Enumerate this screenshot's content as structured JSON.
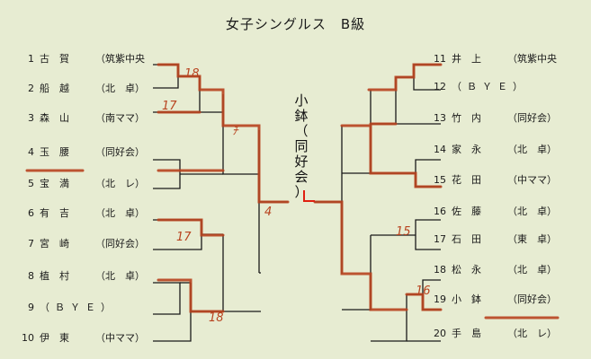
{
  "title": "女子シングルス　B級",
  "left_entries": [
    {
      "num": "1",
      "name": "古　賀",
      "affil": "（筑紫中央"
    },
    {
      "num": "2",
      "name": "船　越",
      "affil": "（北　卓）"
    },
    {
      "num": "3",
      "name": "森　山",
      "affil": "（南ママ）"
    },
    {
      "num": "4",
      "name": "玉　腰",
      "affil": "（同好会）"
    },
    {
      "num": "5",
      "name": "宝　満",
      "affil": "（北　レ）"
    },
    {
      "num": "6",
      "name": "有　吉",
      "affil": "（北　卓）"
    },
    {
      "num": "7",
      "name": "宮　崎",
      "affil": "（同好会）"
    },
    {
      "num": "8",
      "name": "植　村",
      "affil": "（北　卓）"
    },
    {
      "num": "9",
      "name": "（ＢＹＥ）",
      "affil": ""
    },
    {
      "num": "10",
      "name": "伊　東",
      "affil": "（中ママ）"
    }
  ],
  "right_entries": [
    {
      "num": "11",
      "name": "井　上",
      "affil": "（筑紫中央"
    },
    {
      "num": "12",
      "name": "（ＢＹＥ）",
      "affil": ""
    },
    {
      "num": "13",
      "name": "竹　内",
      "affil": "（同好会）"
    },
    {
      "num": "14",
      "name": "家　永",
      "affil": "（北　卓）"
    },
    {
      "num": "15",
      "name": "花　田",
      "affil": "（中ママ）"
    },
    {
      "num": "16",
      "name": "佐　藤",
      "affil": "（北　卓）"
    },
    {
      "num": "17",
      "name": "石　田",
      "affil": "（東　卓）"
    },
    {
      "num": "18",
      "name": "松　永",
      "affil": "（北　卓）"
    },
    {
      "num": "19",
      "name": "小　鉢",
      "affil": "（同好会）"
    },
    {
      "num": "20",
      "name": "手　島",
      "affil": "（北　レ）"
    }
  ],
  "champion": {
    "chars": [
      "小",
      "鉢",
      "（",
      "同",
      "好",
      "会",
      "）"
    ]
  },
  "scores": [
    "18",
    "17",
    "ﾁ",
    "17",
    "18",
    "4",
    "15",
    "16"
  ],
  "colors": {
    "ink": "#1a1a1a",
    "marker": "#b8431f",
    "background": "#e7ecd2"
  }
}
